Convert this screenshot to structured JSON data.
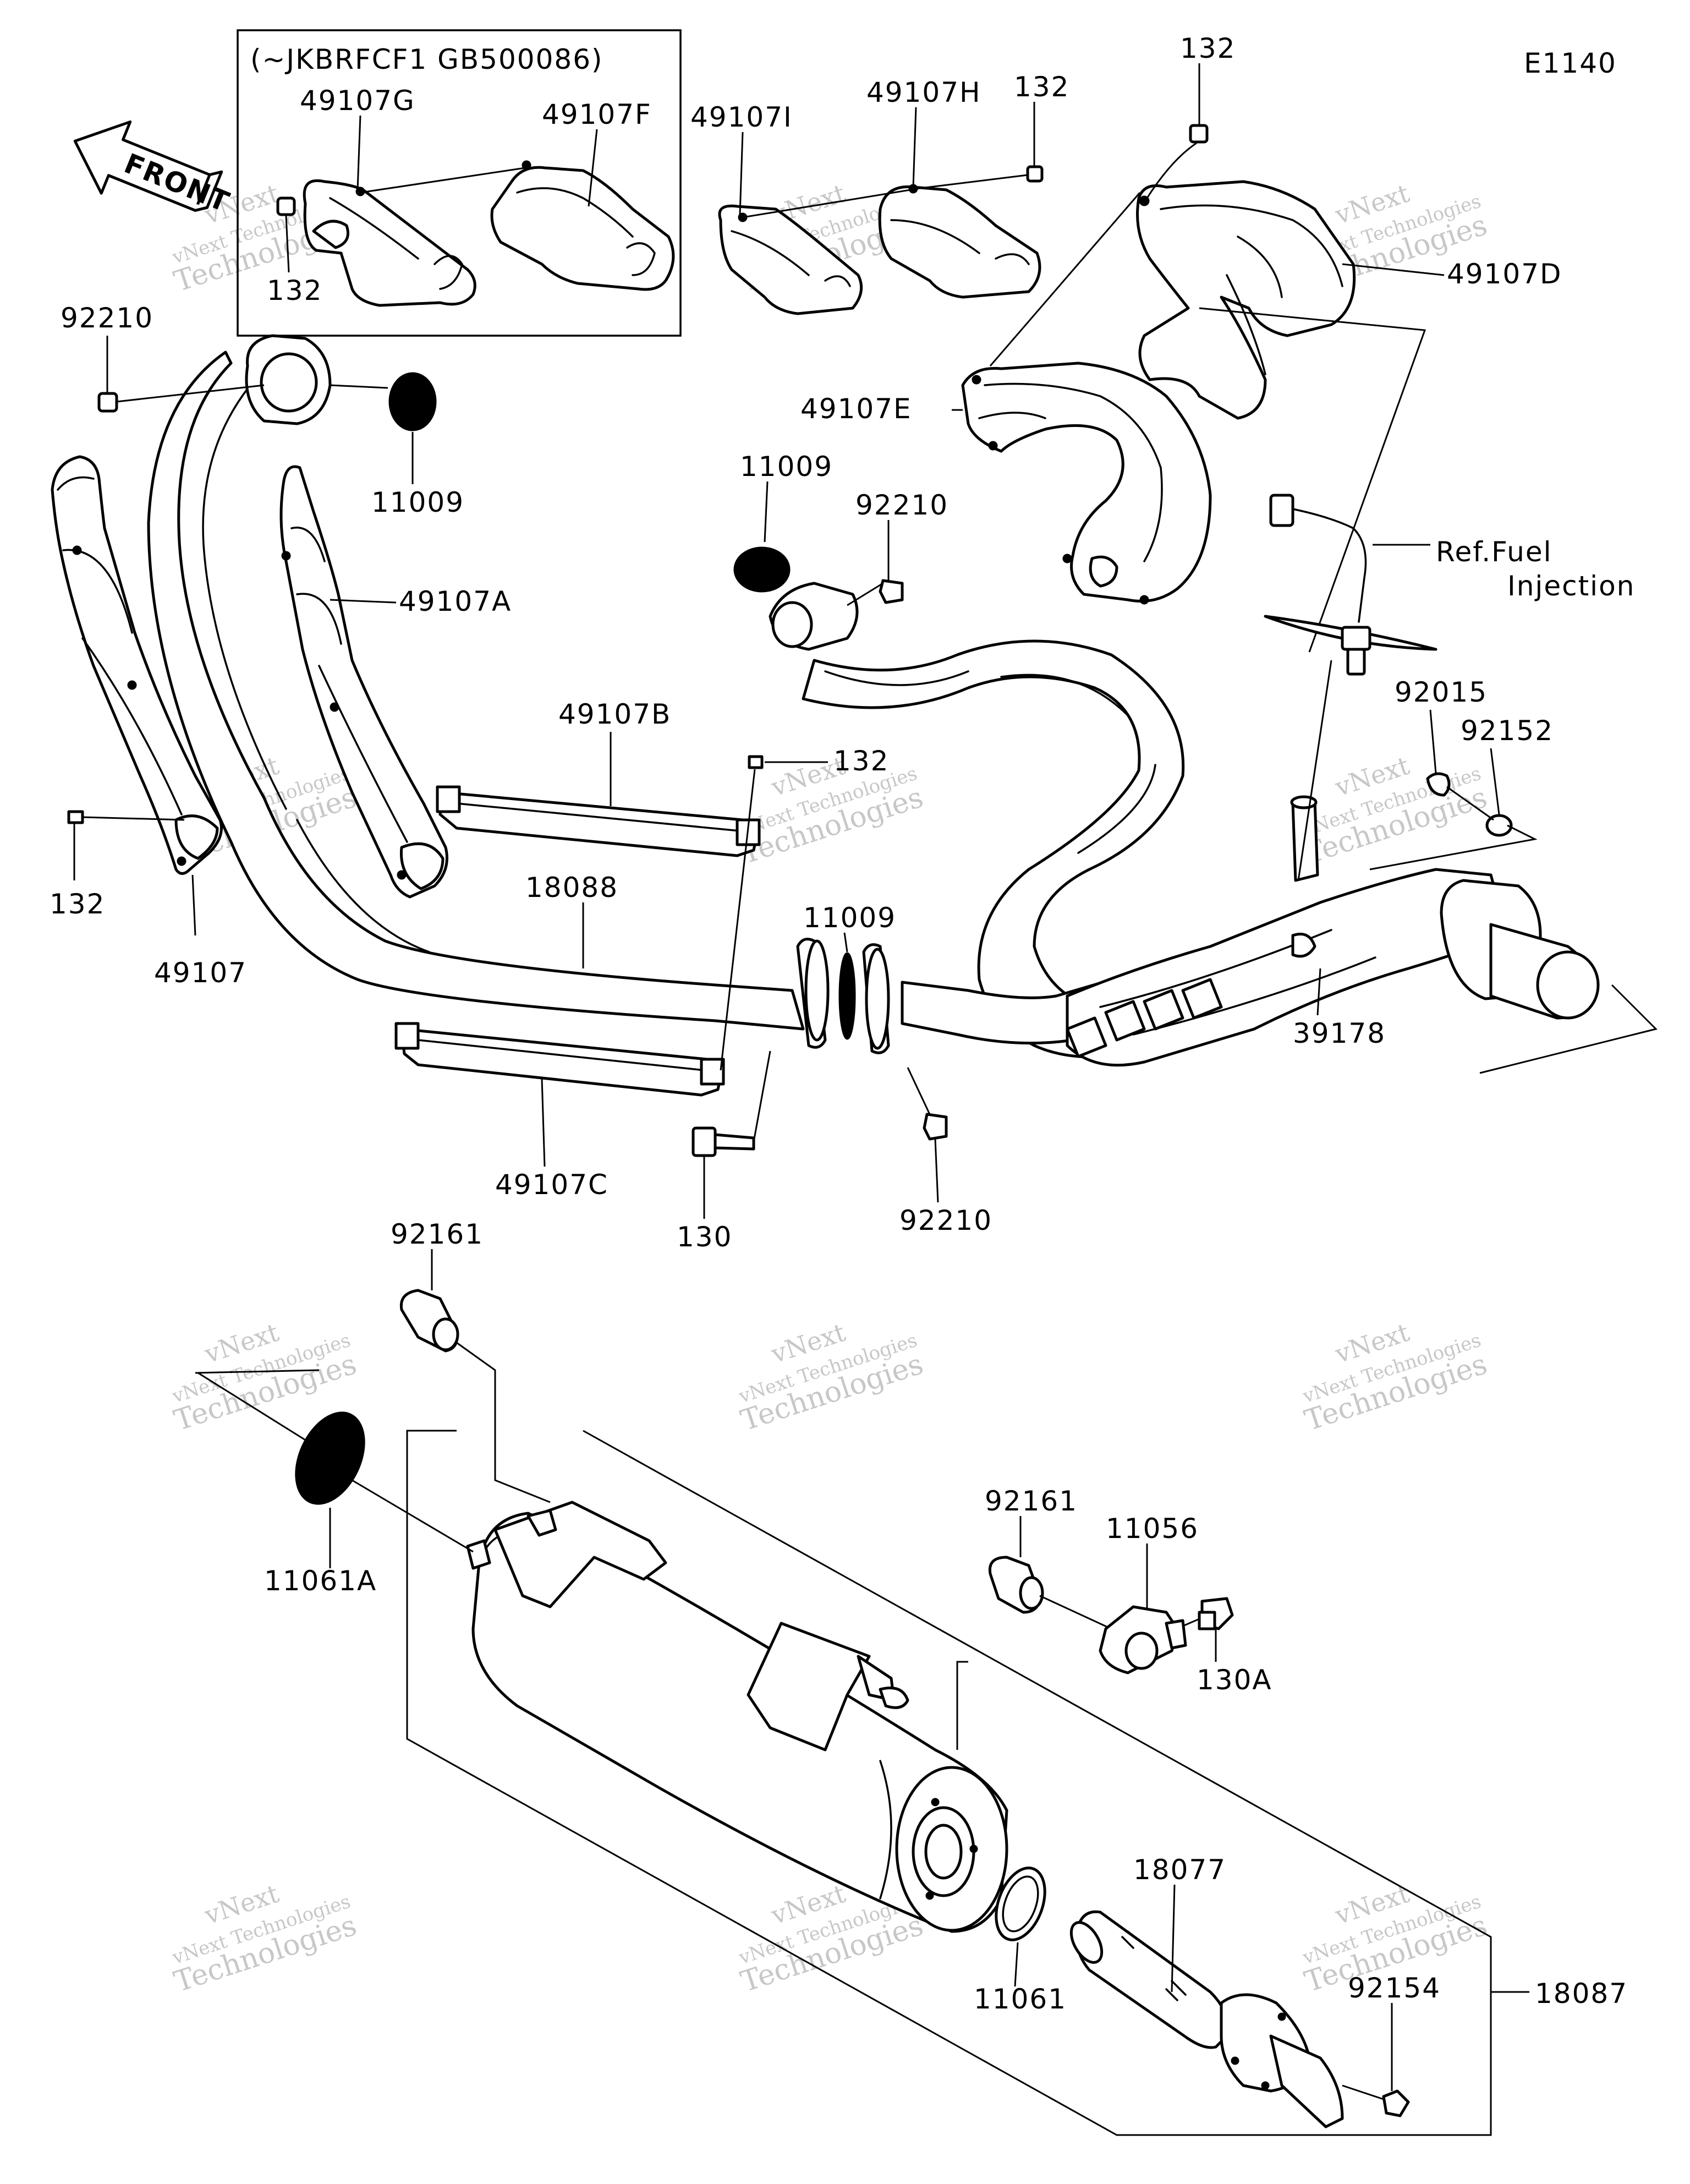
{
  "diagram_code": "E1140",
  "front_label": "FRONT",
  "inset_note": "(~JKBRFCF1 GB500086)",
  "ref_note": [
    "Ref.Fuel",
    "Injection"
  ],
  "watermark": {
    "line1": "vNext Technologies",
    "line2": "vNext",
    "line3": "Technologies"
  },
  "parts": [
    {
      "id": "p1",
      "label": "49107G"
    },
    {
      "id": "p2",
      "label": "49107F"
    },
    {
      "id": "p3",
      "label": "132"
    },
    {
      "id": "p4",
      "label": "49107I"
    },
    {
      "id": "p5",
      "label": "49107H"
    },
    {
      "id": "p6",
      "label": "132"
    },
    {
      "id": "p7",
      "label": "132"
    },
    {
      "id": "p8",
      "label": "49107D"
    },
    {
      "id": "p9",
      "label": "92210"
    },
    {
      "id": "p10",
      "label": "11009"
    },
    {
      "id": "p11",
      "label": "49107A"
    },
    {
      "id": "p12",
      "label": "49107E"
    },
    {
      "id": "p13",
      "label": "11009"
    },
    {
      "id": "p14",
      "label": "92210"
    },
    {
      "id": "p15",
      "label": "49107B"
    },
    {
      "id": "p16",
      "label": "132"
    },
    {
      "id": "p17",
      "label": "92015"
    },
    {
      "id": "p18",
      "label": "92152"
    },
    {
      "id": "p19",
      "label": "132"
    },
    {
      "id": "p20",
      "label": "49107"
    },
    {
      "id": "p21",
      "label": "18088"
    },
    {
      "id": "p22",
      "label": "11009"
    },
    {
      "id": "p23",
      "label": "39178"
    },
    {
      "id": "p24",
      "label": "49107C"
    },
    {
      "id": "p25",
      "label": "130"
    },
    {
      "id": "p26",
      "label": "92210"
    },
    {
      "id": "p27",
      "label": "92161"
    },
    {
      "id": "p28",
      "label": "11061A"
    },
    {
      "id": "p29",
      "label": "92161"
    },
    {
      "id": "p30",
      "label": "11056"
    },
    {
      "id": "p31",
      "label": "130A"
    },
    {
      "id": "p32",
      "label": "18077"
    },
    {
      "id": "p33",
      "label": "11061"
    },
    {
      "id": "p34",
      "label": "92154"
    },
    {
      "id": "p35",
      "label": "18087"
    }
  ]
}
